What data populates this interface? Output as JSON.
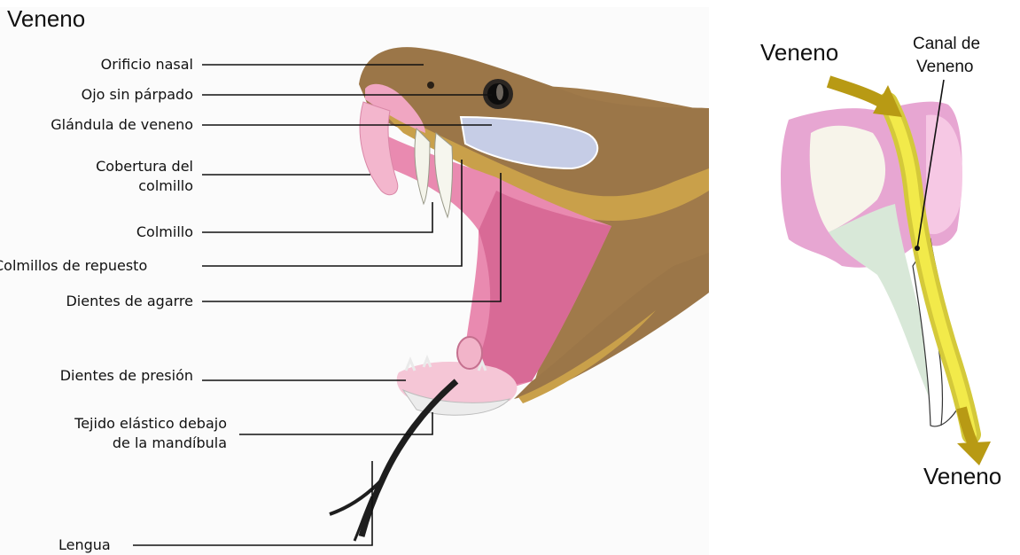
{
  "title": "Veneno",
  "labels": {
    "orificio_nasal": "Orificio nasal",
    "ojo": "Ojo sin párpado",
    "glandula": "Glándula de veneno",
    "cobertura_1": "Cobertura del",
    "cobertura_2": "colmillo",
    "colmillo": "Colmillo",
    "colmillos_repuesto": "Colmillos de repuesto",
    "dientes_agarre": "Dientes de agarre",
    "dientes_presion": "Dientes de presión",
    "tejido_1": "Tejido elástico debajo",
    "tejido_2": "de la mandíbula",
    "lengua": "Lengua"
  },
  "fang": {
    "veneno_in": "Veneno",
    "canal_1": "Canal de",
    "canal_2": "Veneno",
    "veneno_out": "Veneno"
  }
}
